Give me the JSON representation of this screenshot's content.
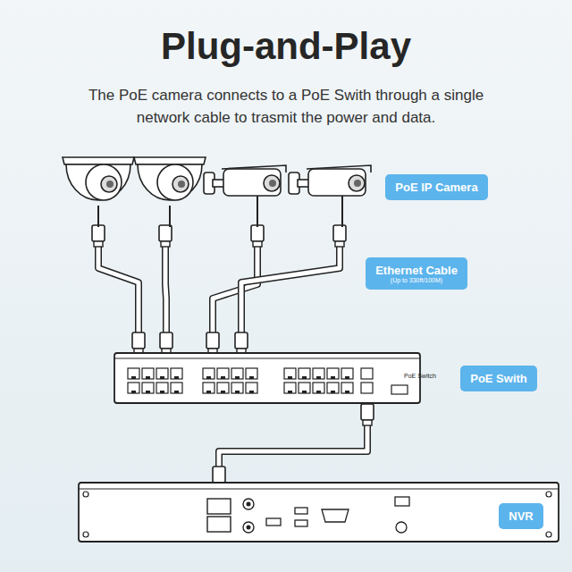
{
  "diagram": {
    "title": "Plug-and-Play",
    "nodes": [
      {
        "text": [
          "PoE IP Camera"
        ]
      },
      {
        "text": [
          "Ethernet Cable",
          "(Up to 330ft/100M)"
        ]
      },
      {
        "text": [
          "PoE Swith"
        ]
      },
      {
        "text": [
          "NVR"
        ]
      }
    ],
    "labels": [
      "The PoE camera connects to a PoE Swith through a single network cable to trasmit the power and data.",
      "PoE Switch"
    ]
  }
}
